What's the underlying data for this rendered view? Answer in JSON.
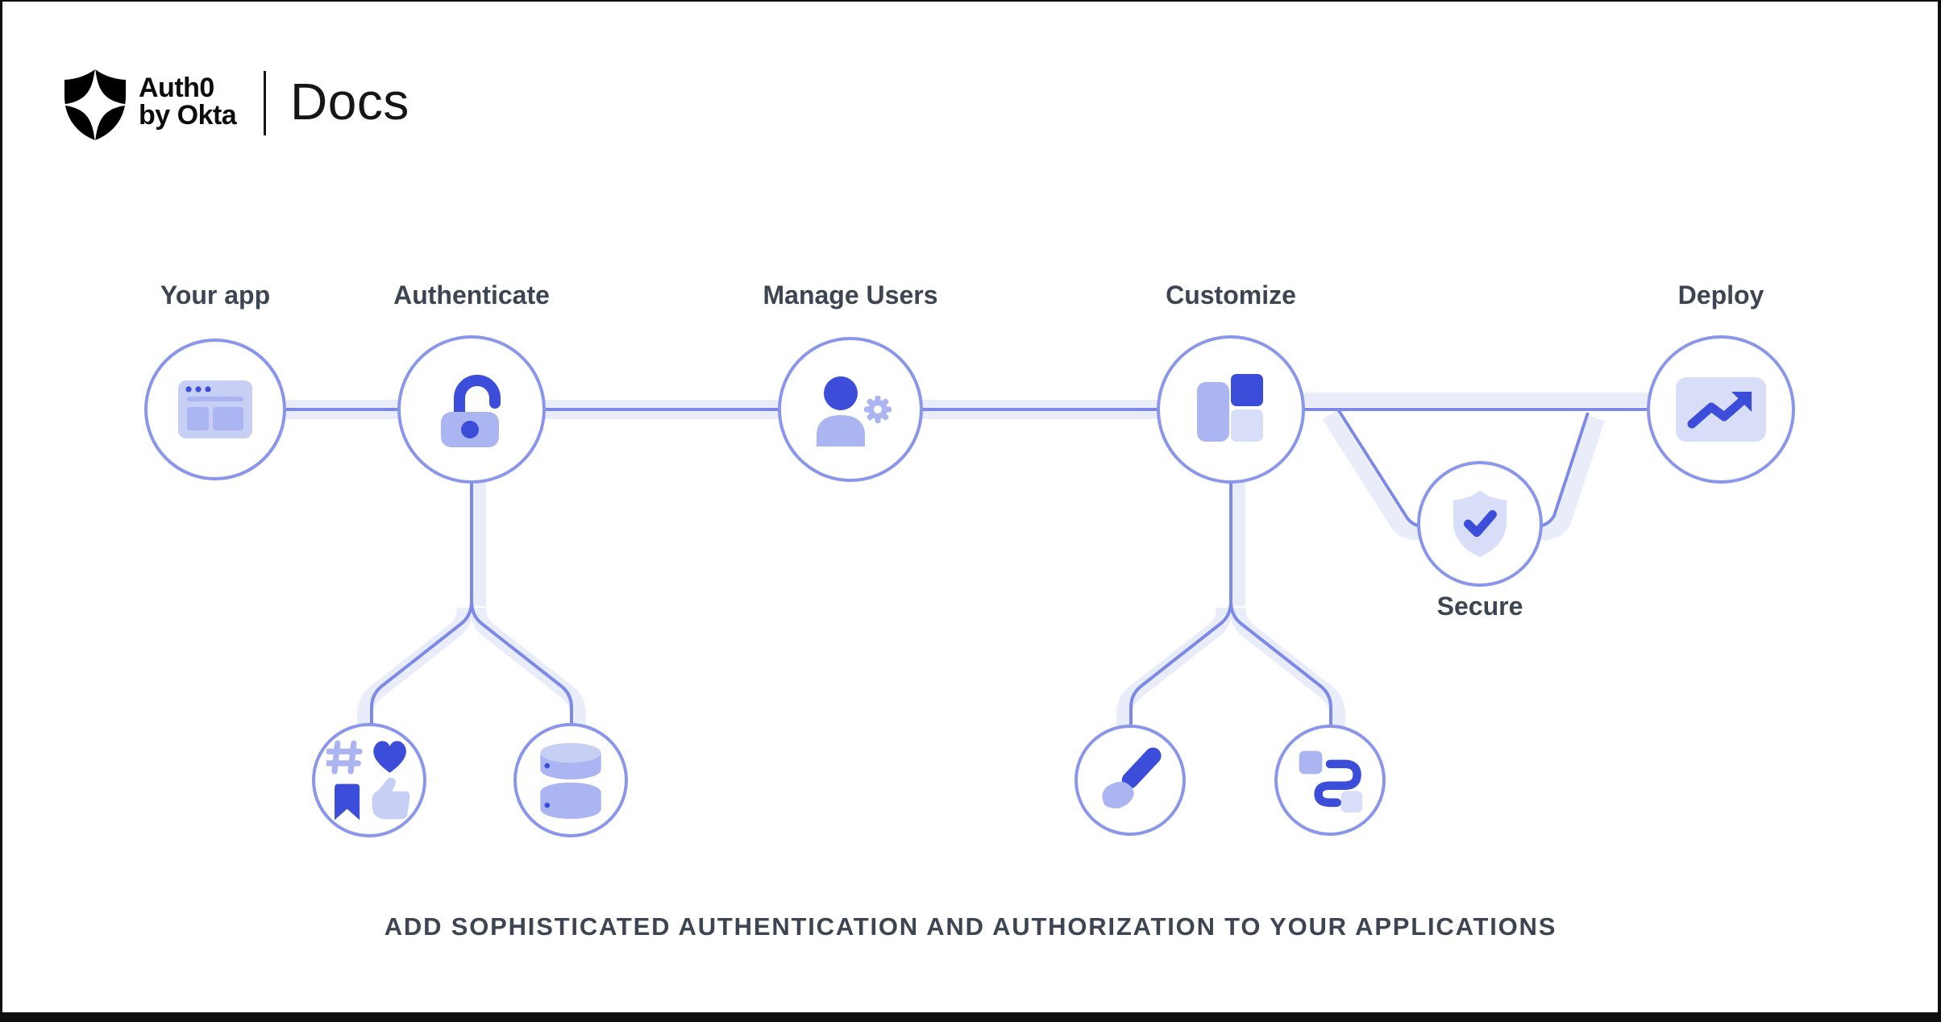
{
  "header": {
    "brand_line1": "Auth0",
    "brand_line2": "by Okta",
    "product": "Docs"
  },
  "diagram": {
    "nodes": {
      "your_app": {
        "label": "Your app",
        "icon": "browser-window-icon"
      },
      "authenticate": {
        "label": "Authenticate",
        "icon": "unlock-icon"
      },
      "manage_users": {
        "label": "Manage Users",
        "icon": "user-gear-icon"
      },
      "customize": {
        "label": "Customize",
        "icon": "layout-blocks-icon"
      },
      "secure": {
        "label": "Secure",
        "icon": "shield-check-icon"
      },
      "deploy": {
        "label": "Deploy",
        "icon": "trend-up-chart-icon"
      },
      "social_login": {
        "label": "",
        "icon": "social-engagement-icon"
      },
      "database": {
        "label": "",
        "icon": "database-icon"
      },
      "branding": {
        "label": "",
        "icon": "paintbrush-icon"
      },
      "workflow": {
        "label": "",
        "icon": "workflow-path-icon"
      }
    },
    "edges": [
      [
        "your_app",
        "authenticate"
      ],
      [
        "authenticate",
        "manage_users"
      ],
      [
        "manage_users",
        "customize"
      ],
      [
        "customize",
        "deploy"
      ],
      [
        "customize",
        "secure"
      ],
      [
        "secure",
        "deploy"
      ],
      [
        "authenticate",
        "social_login"
      ],
      [
        "authenticate",
        "database"
      ],
      [
        "customize",
        "branding"
      ],
      [
        "customize",
        "workflow"
      ]
    ]
  },
  "caption": "ADD SOPHISTICATED AUTHENTICATION AND AUTHORIZATION TO YOUR APPLICATIONS",
  "colors": {
    "c-dark": "#3c4ed9",
    "c-mid": "#aab5f1",
    "c-midlight": "#c7cff5",
    "c-faint": "#d8ddf8",
    "c-band": "#e9ecf9",
    "c-line": "#7c8ae6",
    "c-ring": "#8a96ea",
    "c-text": "#3e4552",
    "c-black": "#0e0e0e"
  }
}
